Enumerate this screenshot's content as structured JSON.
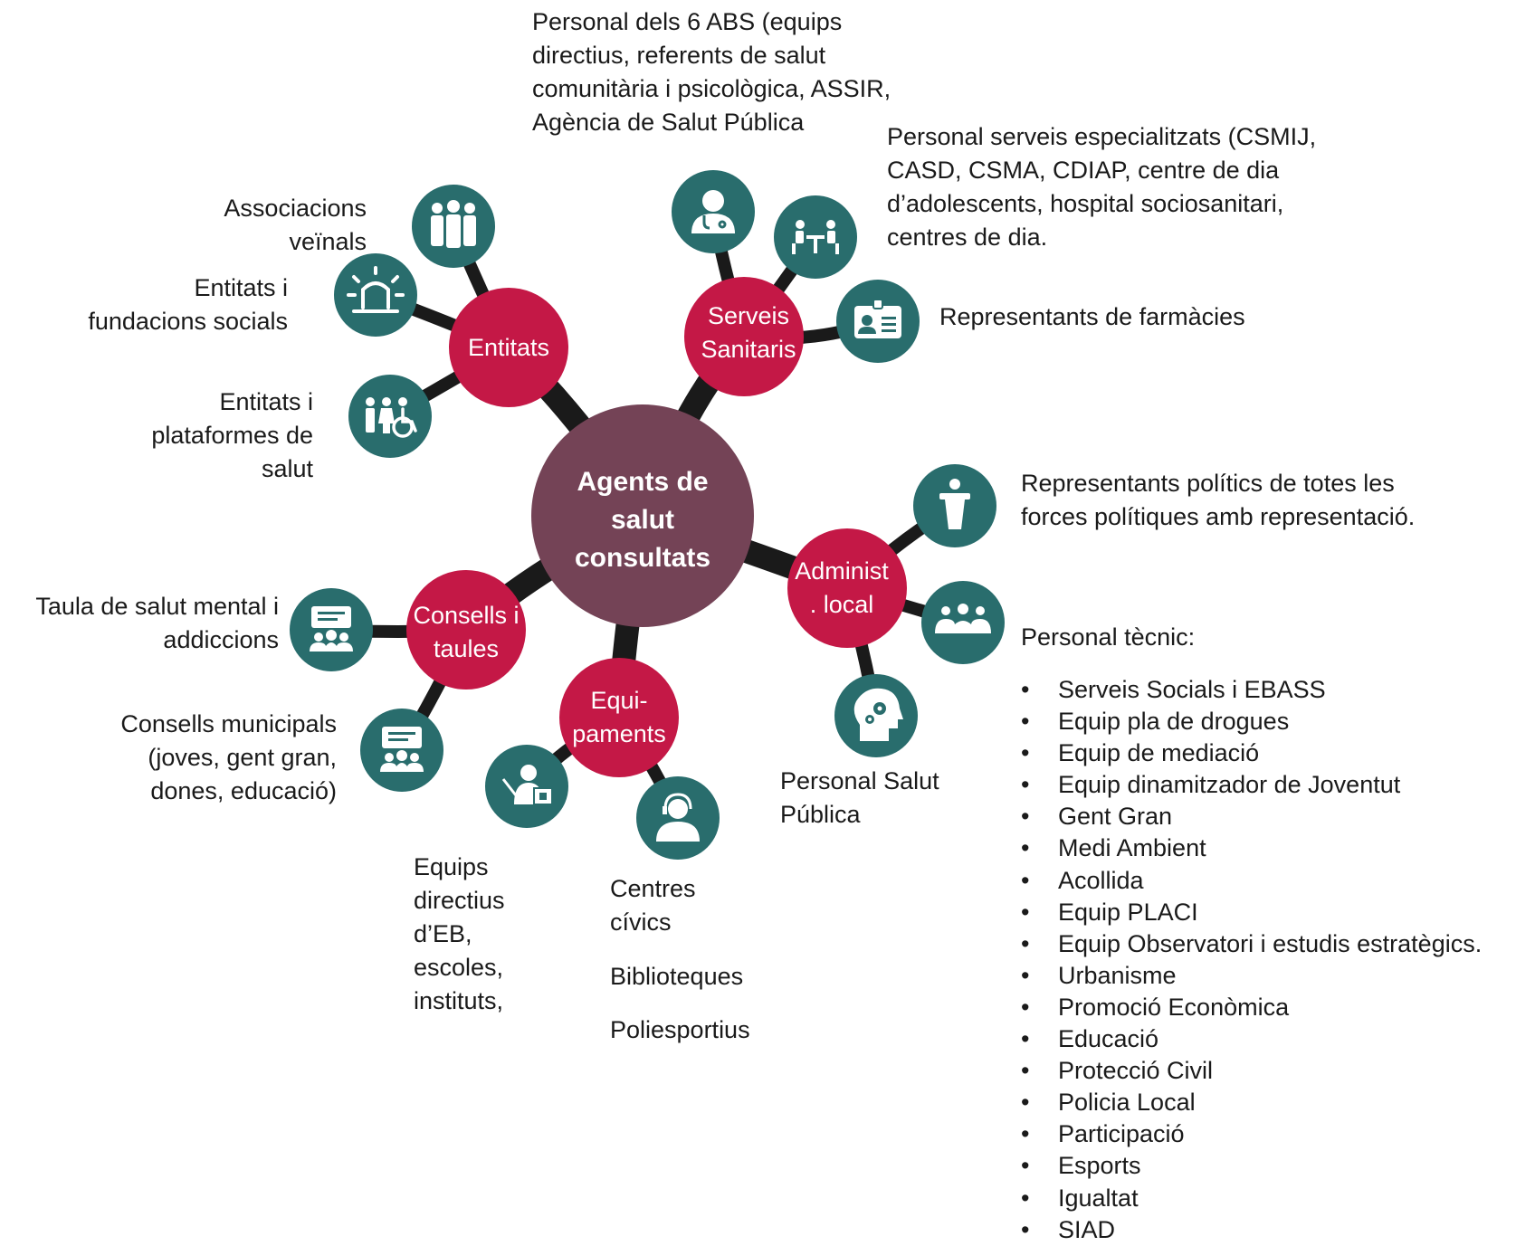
{
  "center": {
    "lines": [
      "Agents de",
      "salut",
      "consultats"
    ]
  },
  "hubs": {
    "entitats": [
      "Entitats"
    ],
    "serveis": [
      "Serveis",
      "Sanitaris"
    ],
    "admin": [
      "Administ",
      ". local"
    ],
    "equip": [
      "Equi-",
      "paments"
    ],
    "consells": [
      "Consells i",
      "taules"
    ]
  },
  "labels": {
    "abs": [
      "Personal dels 6 ABS (equips",
      "directius, referents de salut",
      "comunitària i psicològica, ASSIR,",
      "Agència de Salut Pública"
    ],
    "especialitzats": [
      "Personal serveis especialitzats (CSMIJ,",
      "CASD, CSMA, CDIAP, centre de dia",
      "d’adolescents, hospital sociosanitari,",
      "centres de dia."
    ],
    "farmacies": [
      "Representants de farmàcies"
    ],
    "associacions": [
      "Associacions",
      "veïnals"
    ],
    "fundacions": [
      "Entitats i",
      "fundacions socials"
    ],
    "plataformes": [
      "Entitats i",
      "plataformes de",
      "salut"
    ],
    "politics": [
      "Representants polítics de totes les",
      "forces polítiques amb representació."
    ],
    "tecnic": [
      "Personal tècnic:"
    ],
    "salut_publica": [
      "Personal Salut",
      "Pública"
    ],
    "taula": [
      "Taula de salut mental i",
      "addiccions"
    ],
    "consells_mun": [
      "Consells municipals",
      "(joves, gent gran,",
      "dones, educació)"
    ],
    "eb": [
      "Equips",
      "directius",
      "d’EB,",
      "escoles,",
      "instituts,"
    ],
    "centres": [
      "Centres",
      "cívics"
    ],
    "biblioteques": [
      "Biblioteques"
    ],
    "poliesportius": [
      "Poliesportius"
    ]
  },
  "tecnic_items": [
    "Serveis Socials i EBASS",
    "Equip pla de drogues",
    "Equip de mediació",
    "Equip dinamitzador de Joventut",
    "Gent Gran",
    "Medi Ambient",
    "Acollida",
    "Equip PLACI",
    "Equip Observatori i estudis estratègics.",
    "Urbanisme",
    "Promoció Econòmica",
    "Educació",
    "Protecció Civil",
    "Policia Local",
    "Participació",
    "Esports",
    "Igualtat",
    "SIAD"
  ],
  "icons": [
    "people-group-icon",
    "doctor-icon",
    "meeting-table-icon",
    "id-card-icon",
    "siren-icon",
    "accessibility-icon",
    "podium-icon",
    "audience-icon",
    "head-gears-icon",
    "presentation-icon",
    "conference-icon",
    "teacher-icon",
    "support-agent-icon"
  ],
  "colors": {
    "center": "#744356",
    "hub": "#c41846",
    "icon": "#296d6d",
    "connector": "#1a1a1a",
    "text": "#1a1a1a"
  }
}
